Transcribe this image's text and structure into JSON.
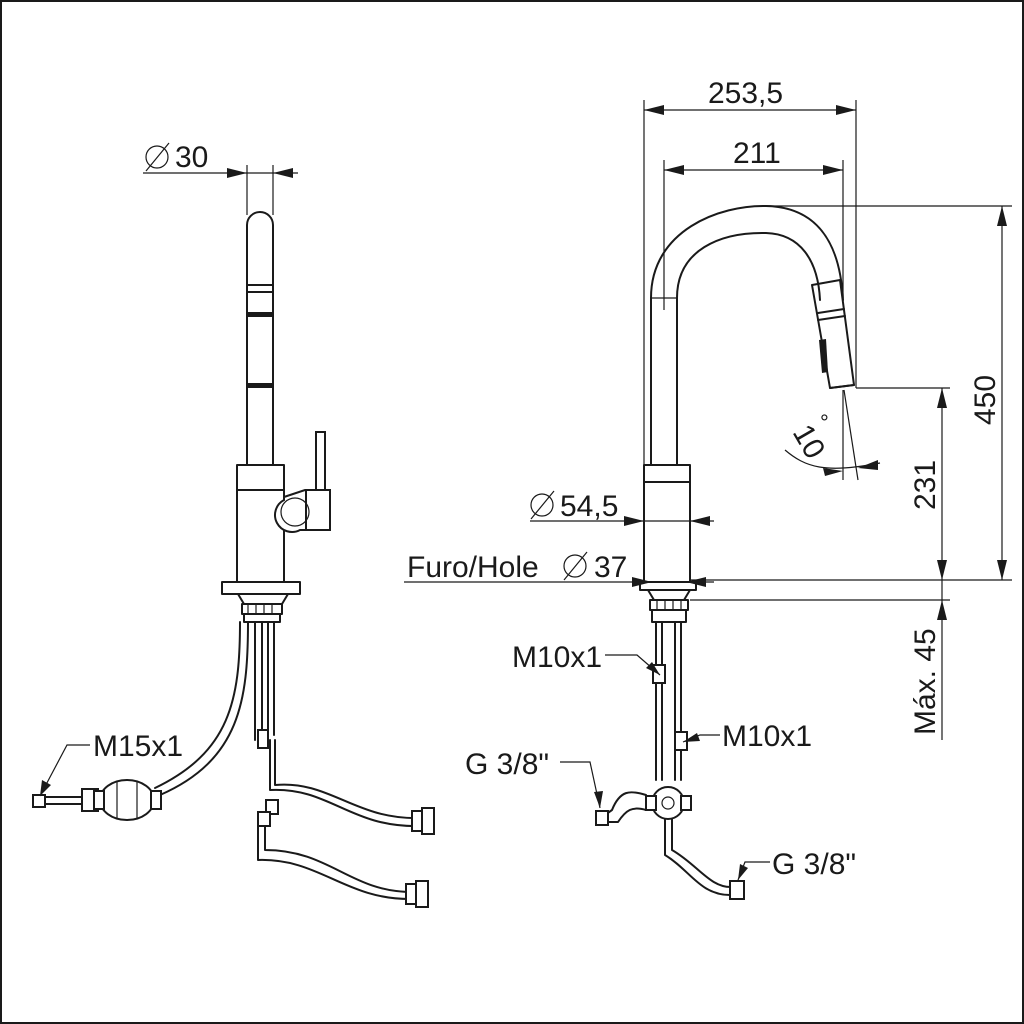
{
  "left_view": {
    "dia_label": "30",
    "thread_label": "M15x1"
  },
  "right_view": {
    "total_reach": "253,5",
    "spout_reach": "211",
    "total_height": "450",
    "outlet_height": "231",
    "angle_label": "10",
    "angle_unit": "°",
    "body_dia": "54,5",
    "hole_label": "Furo/Hole",
    "hole_dia": "37",
    "max_thickness": "Máx. 45",
    "thread_upper": "M10x1",
    "thread_lower": "M10x1",
    "connection_left": "G 3/8\"",
    "connection_right": "G 3/8\""
  }
}
